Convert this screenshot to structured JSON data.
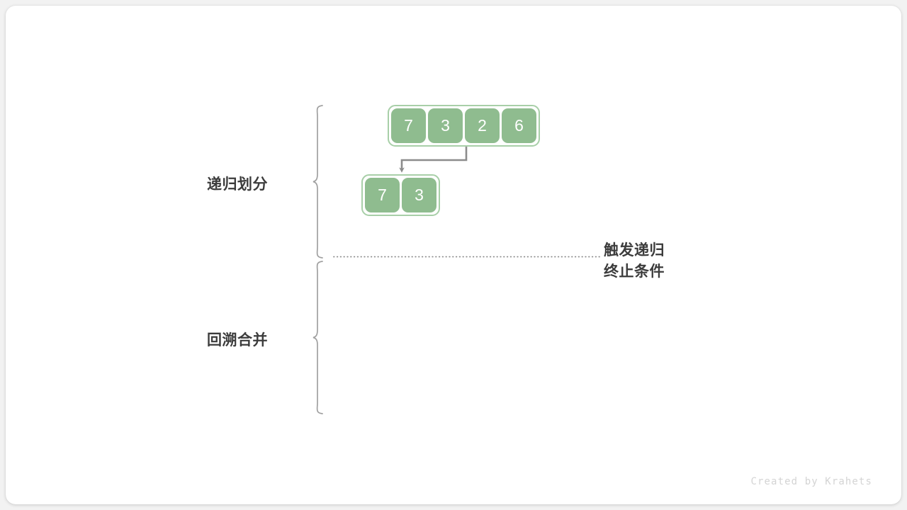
{
  "diagram": {
    "title": "merge-sort-recursive-divide",
    "stages": [
      {
        "id": "divide",
        "label": "递归划分"
      },
      {
        "id": "merge",
        "label": "回溯合并"
      }
    ],
    "base_case_note": {
      "line1": "触发递归",
      "line2": "终止条件"
    },
    "arrays": [
      {
        "id": "array-top",
        "values": [
          "7",
          "3",
          "2",
          "6"
        ]
      },
      {
        "id": "array-left-half",
        "values": [
          "7",
          "3"
        ]
      }
    ],
    "colors": {
      "cell_fill": "#8fbc8f",
      "array_border": "#a8cfa8",
      "cell_text": "#ffffff",
      "label_text": "#3c3c3c",
      "arrow": "#8c8c8c",
      "divider": "#8c8c8c",
      "brace": "#a0a0a0",
      "card_background": "#ffffff",
      "page_background": "#f2f2f2",
      "watermark_text": "#d4d4d4"
    }
  },
  "watermark": {
    "text": "Created by Krahets"
  }
}
